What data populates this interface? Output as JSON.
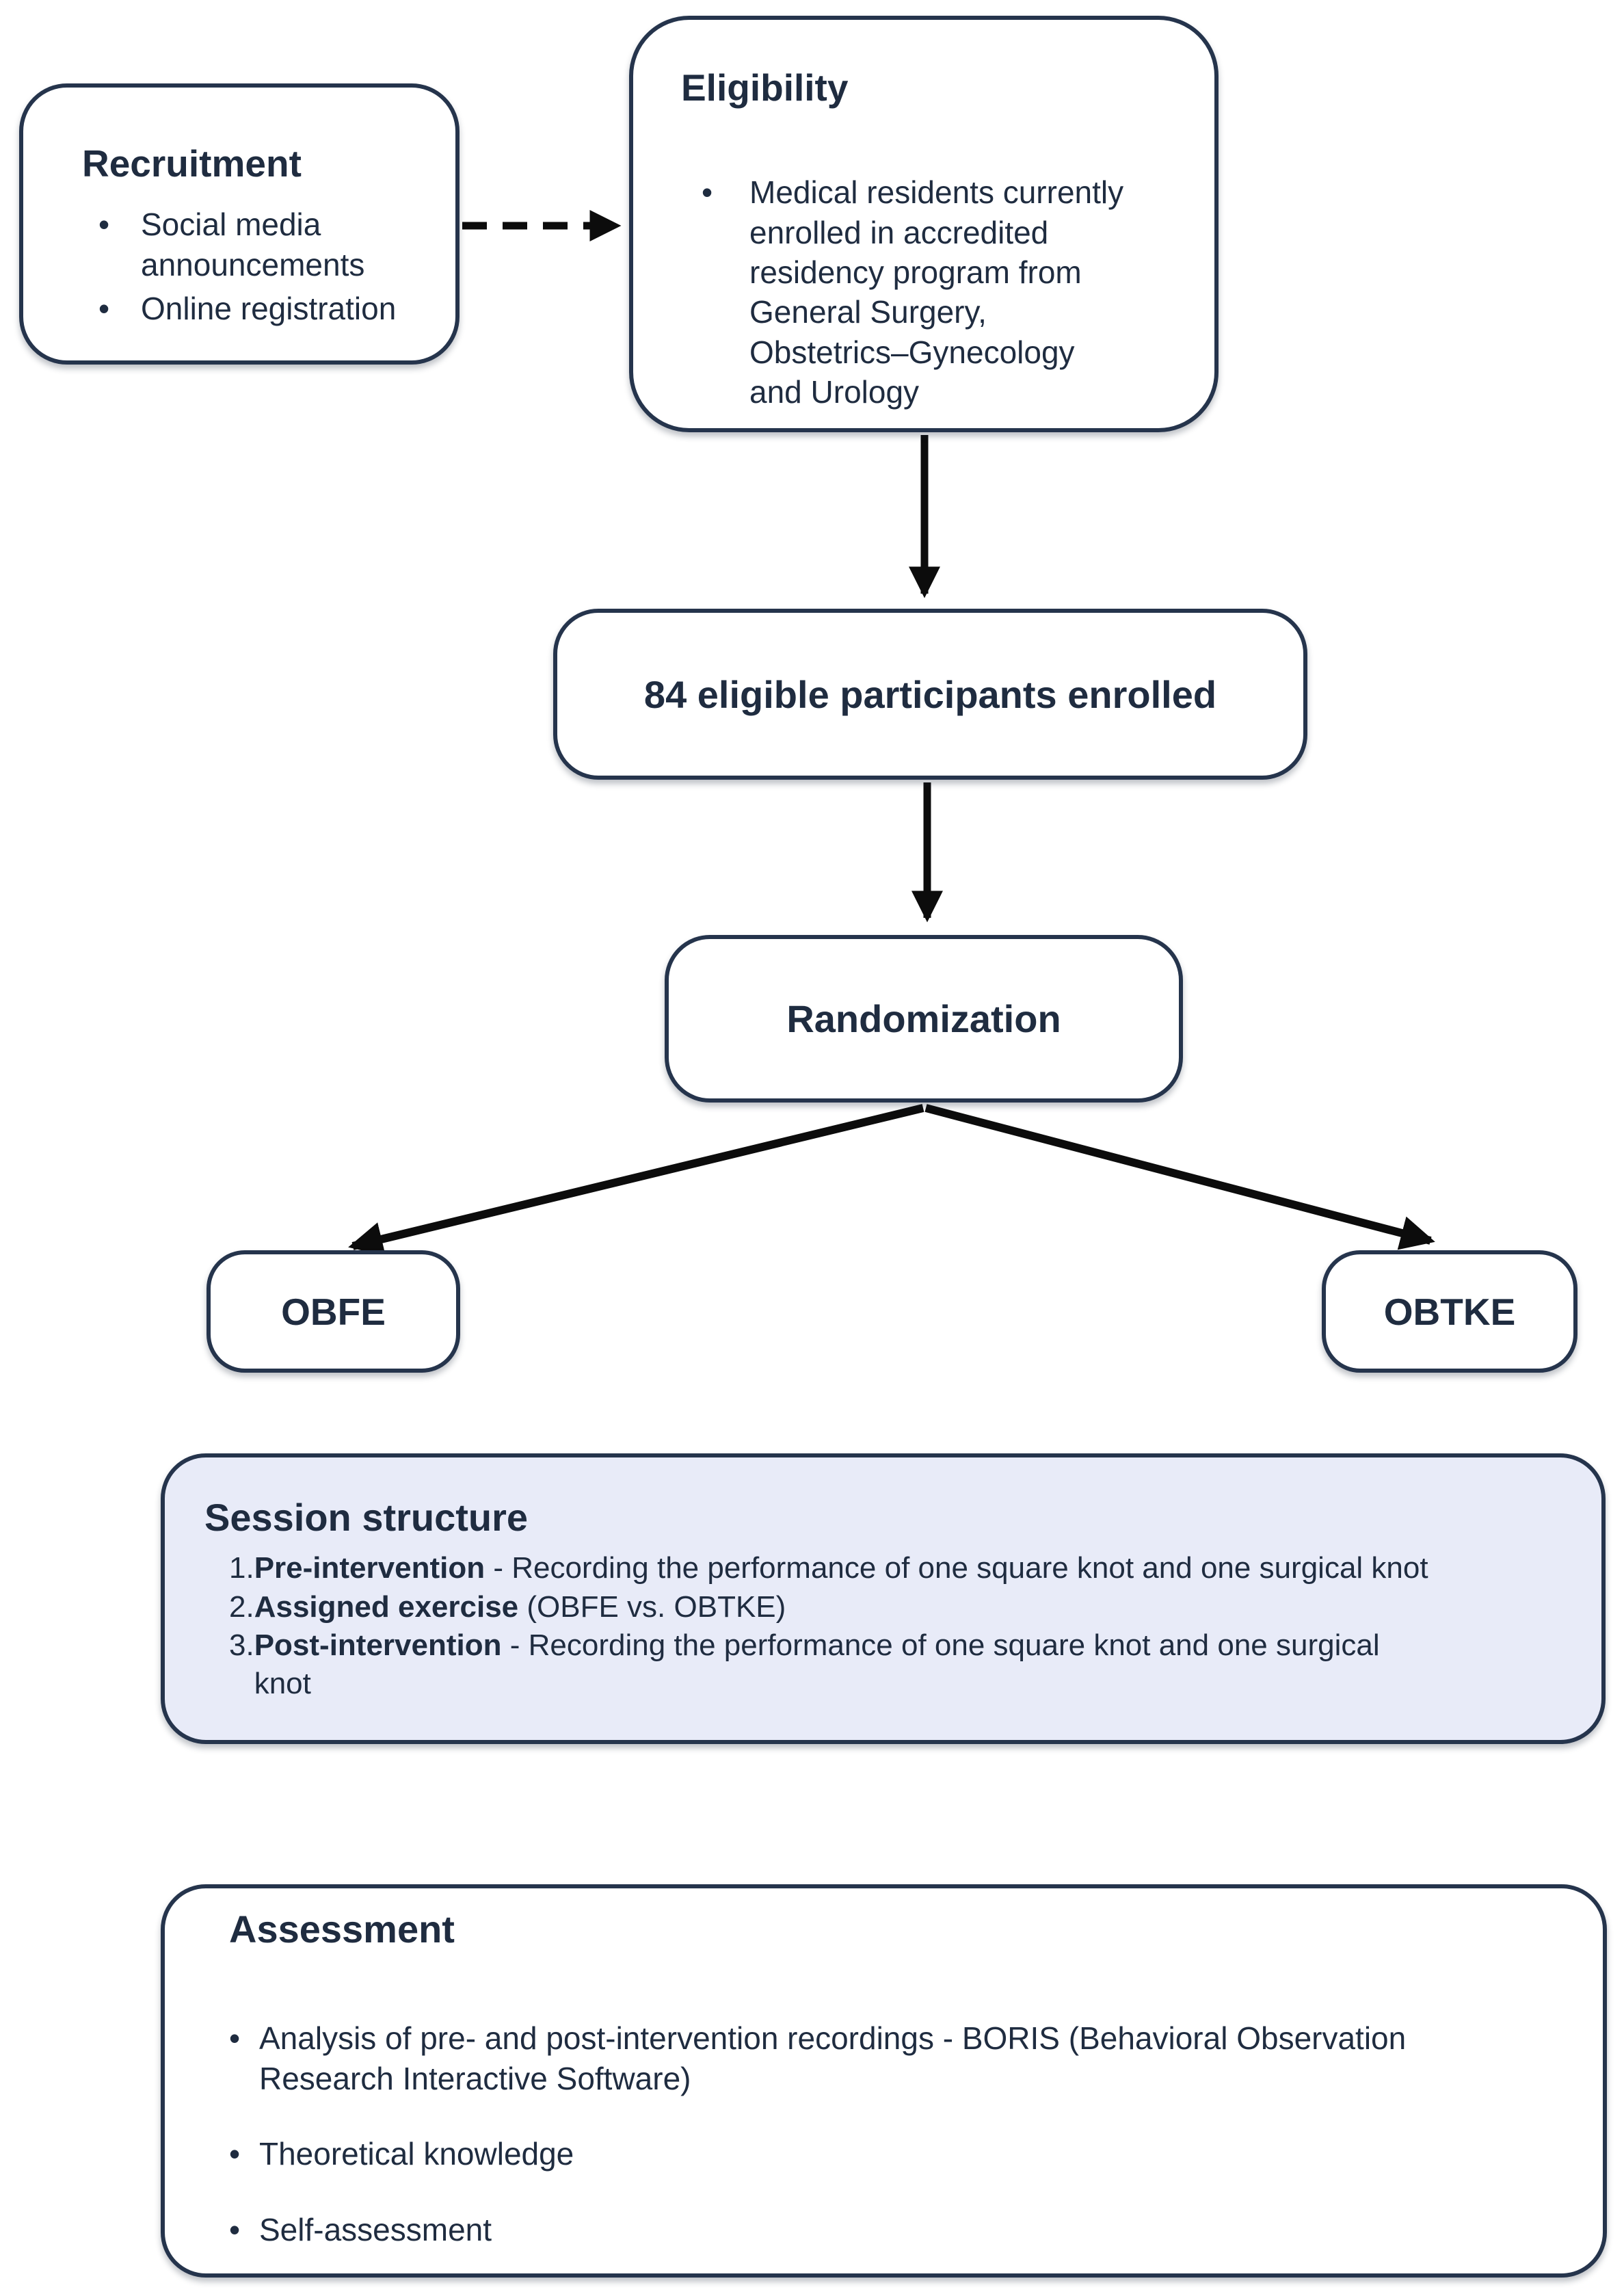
{
  "diagram": {
    "recruitment": {
      "title": "Recruitment",
      "bullets": [
        "Social media\nannouncements",
        "Online registration"
      ]
    },
    "eligibility": {
      "title": "Eligibility",
      "bullets": [
        "Medical residents currently\nenrolled in accredited\nresidency program from\nGeneral Surgery,\nObstetrics–Gynecology\nand Urology"
      ]
    },
    "enrolled": {
      "label": "84 eligible participants enrolled"
    },
    "randomization": {
      "label": "Randomization"
    },
    "group_left": {
      "label": "OBFE"
    },
    "group_right": {
      "label": "OBTKE"
    },
    "session": {
      "title": "Session structure",
      "items": [
        {
          "num": "1.",
          "bold": "Pre-intervention",
          "rest": " - Recording the performance of one square knot and one surgical knot"
        },
        {
          "num": "2.",
          "bold": "Assigned exercise",
          "rest": " (OBFE vs. OBTKE)"
        },
        {
          "num": "3.",
          "bold": "Post-intervention",
          "rest": " - Recording the performance of one square knot and one surgical\nknot"
        }
      ]
    },
    "assessment": {
      "title": "Assessment",
      "bullets": [
        "Analysis of pre- and post-intervention recordings - BORIS (Behavioral Observation\nResearch Interactive Software)",
        "Theoretical knowledge",
        "Self-assessment"
      ]
    },
    "colors": {
      "ink": "#1f2c40",
      "border": "#25344c",
      "session_fill": "#e8ebf8",
      "arrow": "#0c0c0c"
    }
  }
}
